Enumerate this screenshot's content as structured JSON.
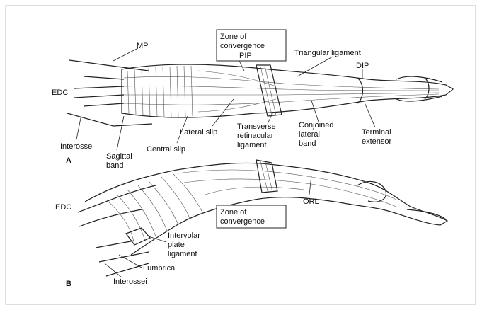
{
  "labels": {
    "mp": "MP",
    "edc_a": "EDC",
    "zone_top_1": "Zone of",
    "zone_top_2": "convergence",
    "pip": "PIP",
    "triangular": "Triangular ligament",
    "dip": "DIP",
    "lateral_slip": "Lateral slip",
    "transverse_1": "Transverse",
    "transverse_2": "retinacular",
    "transverse_3": "ligament",
    "conjoined_1": "Conjoined",
    "conjoined_2": "lateral",
    "conjoined_3": "band",
    "terminal_1": "Terminal",
    "terminal_2": "extensor",
    "interossei_a": "Interossei",
    "sagittal_1": "Sagittal",
    "sagittal_2": "band",
    "central_slip": "Central slip",
    "panel_a": "A",
    "edc_b": "EDC",
    "zone_bot_1": "Zone of",
    "zone_bot_2": "convergence",
    "orl": "ORL",
    "intervolar_1": "Intervolar",
    "intervolar_2": "plate",
    "intervolar_3": "ligament",
    "lumbrical": "Lumbrical",
    "panel_b": "B",
    "interossei_b": "Interossei"
  }
}
